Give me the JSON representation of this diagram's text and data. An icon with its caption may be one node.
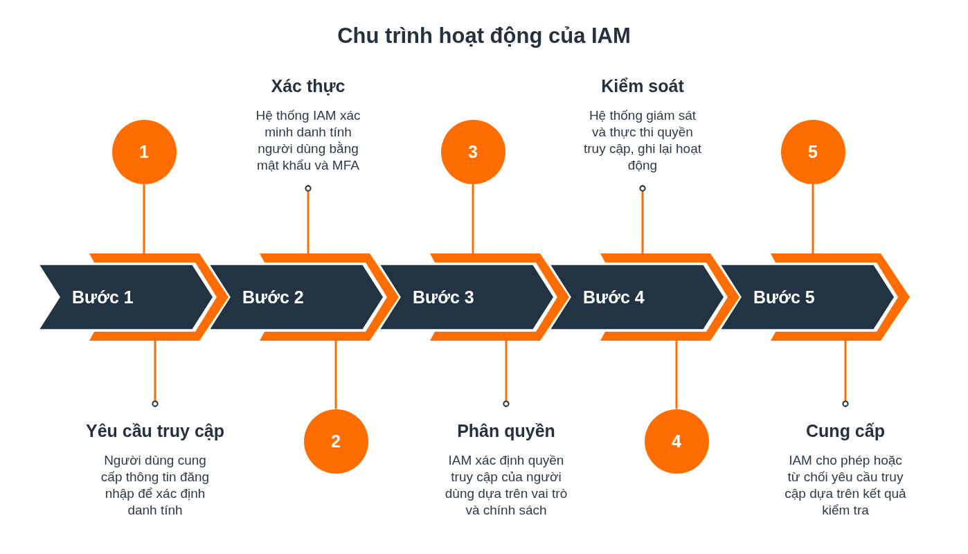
{
  "diagram": {
    "title": "Chu trình hoạt động của IAM",
    "nodes": [
      {
        "text": [
          "1"
        ]
      },
      {
        "text": [
          "Xác thực",
          "Hệ thống IAM xác minh danh tính người dùng bằng mật khẩu và MFA"
        ]
      },
      {
        "text": [
          "3"
        ]
      },
      {
        "text": [
          "Kiểm soát",
          "Hệ thống giám sát và thực thi quyền truy cập, ghi lại hoạt động"
        ]
      },
      {
        "text": [
          "5"
        ]
      },
      {
        "text": [
          "Bước 1"
        ]
      },
      {
        "text": [
          "Bước 2"
        ]
      },
      {
        "text": [
          "Bước 3"
        ]
      },
      {
        "text": [
          "Bước 4"
        ]
      },
      {
        "text": [
          "Bước 5"
        ]
      },
      {
        "text": [
          "Yêu cầu truy cập",
          "Người dùng cung cấp thông tin đăng nhập để xác định danh tính"
        ]
      },
      {
        "text": [
          "2"
        ]
      },
      {
        "text": [
          "Phân quyền",
          "IAM xác định quyền truy cập của người dùng dựa trên vai trò và chính sách"
        ]
      },
      {
        "text": [
          "4"
        ]
      },
      {
        "text": [
          "Cung cấp",
          "IAM cho phép hoặc từ chối yêu cầu truy cập dựa trên kết quả kiểm tra"
        ]
      }
    ],
    "edges": [
      {
        "from": 0,
        "to": 5,
        "arrow": "none"
      },
      {
        "from": 1,
        "to": 6,
        "arrow": "other"
      },
      {
        "from": 2,
        "to": 7,
        "arrow": "none"
      },
      {
        "from": 3,
        "to": 8,
        "arrow": "other"
      },
      {
        "from": 4,
        "to": 9,
        "arrow": "none"
      },
      {
        "from": 10,
        "to": 5,
        "arrow": "other"
      },
      {
        "from": 11,
        "to": 6,
        "arrow": "none"
      },
      {
        "from": 12,
        "to": 7,
        "arrow": "other"
      },
      {
        "from": 13,
        "to": 8,
        "arrow": "none"
      },
      {
        "from": 14,
        "to": 9,
        "arrow": "other"
      }
    ]
  }
}
